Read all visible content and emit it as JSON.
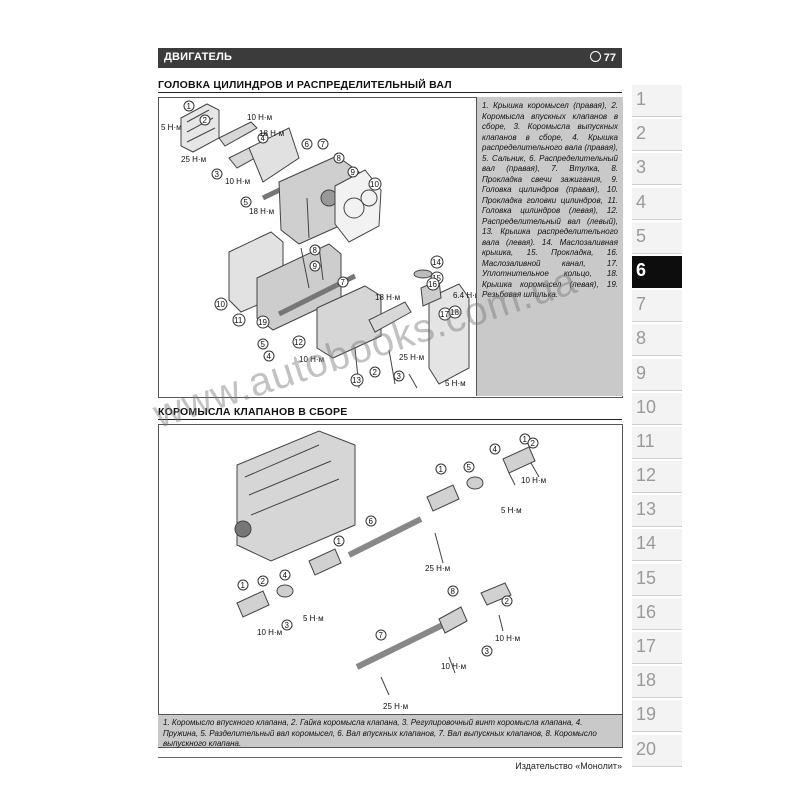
{
  "header": {
    "section": "ДВИГАТЕЛЬ",
    "page": "77"
  },
  "section1": {
    "title": "ГОЛОВКА ЦИЛИНДРОВ И РАСПРЕДЕЛИТЕЛЬНЫЙ ВАЛ",
    "legend": "1. Крышка коромысел (правая), 2. Коромысла впускных клапанов в сборе, 3. Коромысла выпускных клапанов в сборе, 4. Крышка распределительного вала (правая), 5. Сальник, 6. Распределительный вал (правая), 7. Втулка, 8. Прокладка свечи зажигания, 9. Головка цилиндров (правая), 10. Прокладка головки цилиндров, 11. Головка цилиндров (левая), 12. Распределительный вал (левый), 13. Крышка распределительного вала (левая). 14. Маслозаливная крышка, 15. Прокладка, 16. Маслозаливной канал, 17. Уплотнительное кольцо, 18. Крышка коромысел (левая), 19. Резьбовая шпилька.",
    "torque": [
      "5 Н·м",
      "10 Н·м",
      "18 Н·м",
      "25 Н·м",
      "10 Н·м",
      "18 Н·м",
      "25 Н·м",
      "6.4 Н·м",
      "5 Н·м",
      "18 Н·м",
      "10 Н·м"
    ]
  },
  "section2": {
    "title": "КОРОМЫСЛА КЛАПАНОВ В СБОРЕ",
    "legend": "1. Коромысло впускного клапана, 2. Гайка коромысла клапана, 3. Регулировочный винт коромысла клапана, 4. Пружина, 5. Разделительный вал коромысел, 6. Вал впускных клапанов, 7. Вал выпускных клапанов, 8. Коромысло выпускного клапана.",
    "torque": [
      "10 Н·м",
      "5 Н·м",
      "25 Н·м",
      "10 Н·м",
      "5 Н·м",
      "10 Н·м",
      "10 Н·м",
      "25 Н·м"
    ]
  },
  "tabs": [
    "1",
    "2",
    "3",
    "4",
    "5",
    "6",
    "7",
    "8",
    "9",
    "10",
    "11",
    "12",
    "13",
    "14",
    "15",
    "16",
    "17",
    "18",
    "19",
    "20"
  ],
  "active_tab": "6",
  "watermark": "www.autobooks.com.ua",
  "footer": {
    "publisher": "Издательство «Монолит»"
  },
  "colors": {
    "header_bg": "#3b3b3b",
    "legend_bg": "#c9c9c9",
    "active_tab": "#0d0d0d"
  }
}
